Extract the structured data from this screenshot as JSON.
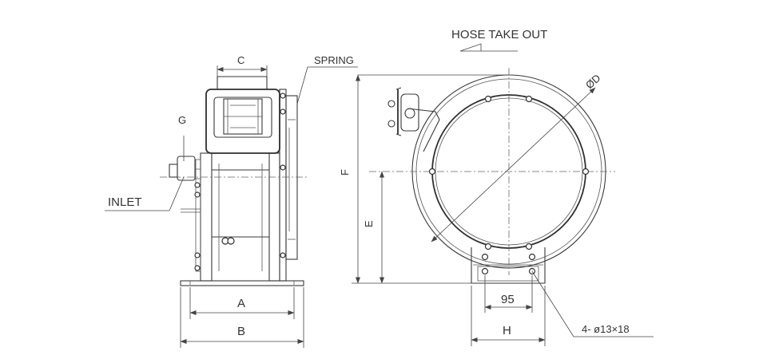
{
  "labels": {
    "hose_take_out": "HOSE TAKE OUT",
    "spring": "SPRING",
    "g": "G",
    "inlet": "INLET",
    "c": "C",
    "a": "A",
    "b": "B",
    "f": "F",
    "e": "E",
    "diameter_d": "ØD",
    "h": "H",
    "dim_95": "95",
    "holes": "4- ø13×18"
  }
}
